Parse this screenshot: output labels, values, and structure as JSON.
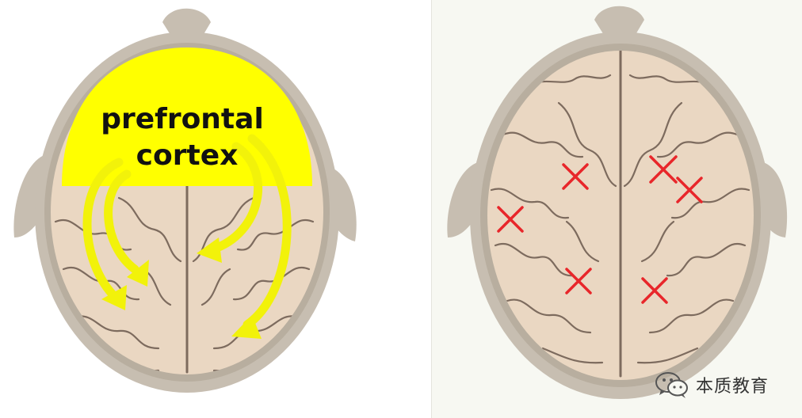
{
  "left_panel": {
    "label_line1": "prefrontal",
    "label_line2": "cortex"
  },
  "right_panel": {
    "marker_symbol": "✕"
  },
  "watermark": {
    "icon": "wechat-icon",
    "text": "本质教育"
  },
  "colors": {
    "prefrontal_highlight": "#ffff00",
    "arrow": "#f2f20a",
    "marker": "#e8262a",
    "skull": "#c7beb1",
    "brain": "#ead7c2"
  }
}
